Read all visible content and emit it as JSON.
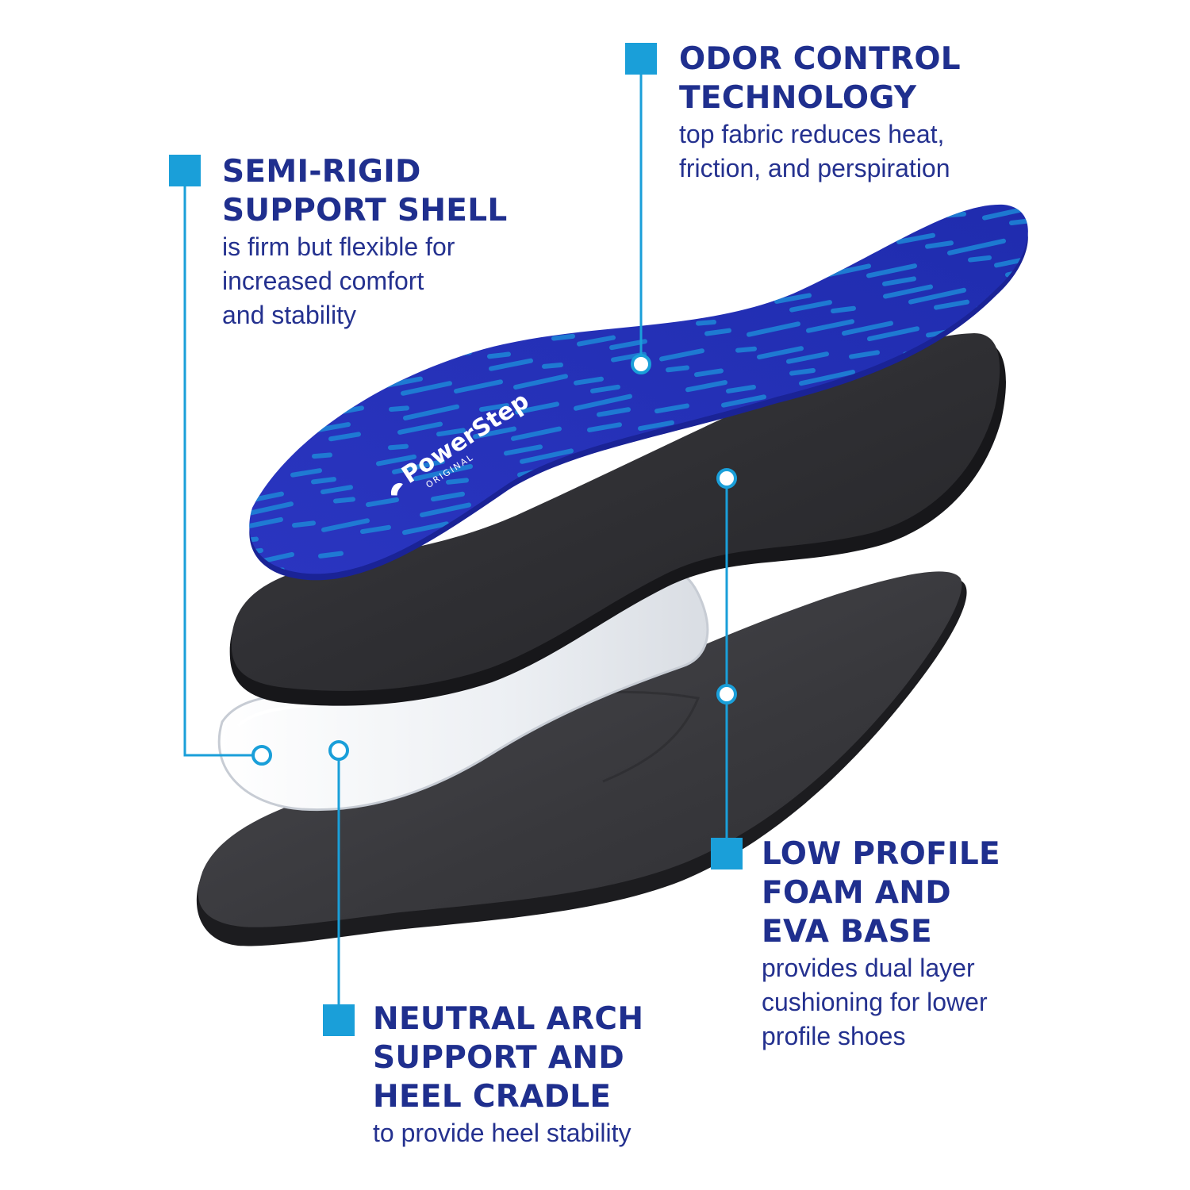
{
  "colors": {
    "accent": "#1a9fd9",
    "heading": "#1f2f8e",
    "top_cover": "#2233c4",
    "top_cover_pattern": "#1e88d8",
    "foam_layer": "#2b2b2e",
    "shell_layer": "#eef0f3",
    "base_layer": "#3a3a3e"
  },
  "callouts": {
    "odor": {
      "title_lines": [
        "ODOR CONTROL",
        "TECHNOLOGY"
      ],
      "desc_lines": [
        "top fabric reduces heat,",
        "friction, and perspiration"
      ]
    },
    "shell": {
      "title_lines": [
        "SEMI-RIGID",
        "SUPPORT SHELL"
      ],
      "desc_lines": [
        "is firm but flexible for",
        "increased comfort",
        "and stability"
      ]
    },
    "foam": {
      "title_lines": [
        "LOW PROFILE",
        "FOAM AND",
        "EVA BASE"
      ],
      "desc_lines": [
        "provides dual layer",
        "cushioning for lower",
        "profile shoes"
      ]
    },
    "arch": {
      "title_lines": [
        "NEUTRAL ARCH",
        "SUPPORT AND",
        "HEEL CRADLE"
      ],
      "desc_lines": [
        "to provide heel stability"
      ]
    }
  },
  "brand": {
    "name": "PowerStep",
    "sub": "ORIGINAL"
  }
}
